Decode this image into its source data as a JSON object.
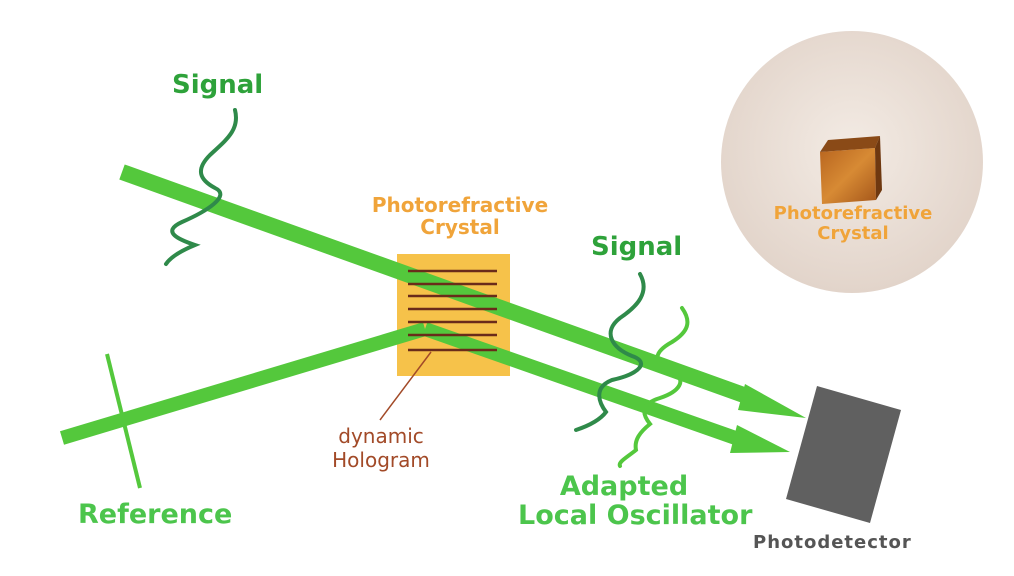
{
  "labels": {
    "signal_top": "Signal",
    "signal_right": "Signal",
    "crystal_line1": "Photorefractive",
    "crystal_line2": "Crystal",
    "hologram_line1": "dynamic",
    "hologram_line2": "Hologram",
    "reference": "Reference",
    "adapted_line1": "Adapted",
    "adapted_line2": "Local Oscillator",
    "photodetector": "Photodetector",
    "photo_crystal_line1": "Photorefractive",
    "photo_crystal_line2": "Crystal"
  },
  "colors": {
    "beam_green": "#54c83c",
    "wave_dark_green": "#2f8a4a",
    "crystal_fill": "#f6c24a",
    "grating_lines": "#6a2c1a",
    "detector_gray": "#606060",
    "photo_background": "#e9ded6",
    "crystal_photo": "#c9782a"
  }
}
